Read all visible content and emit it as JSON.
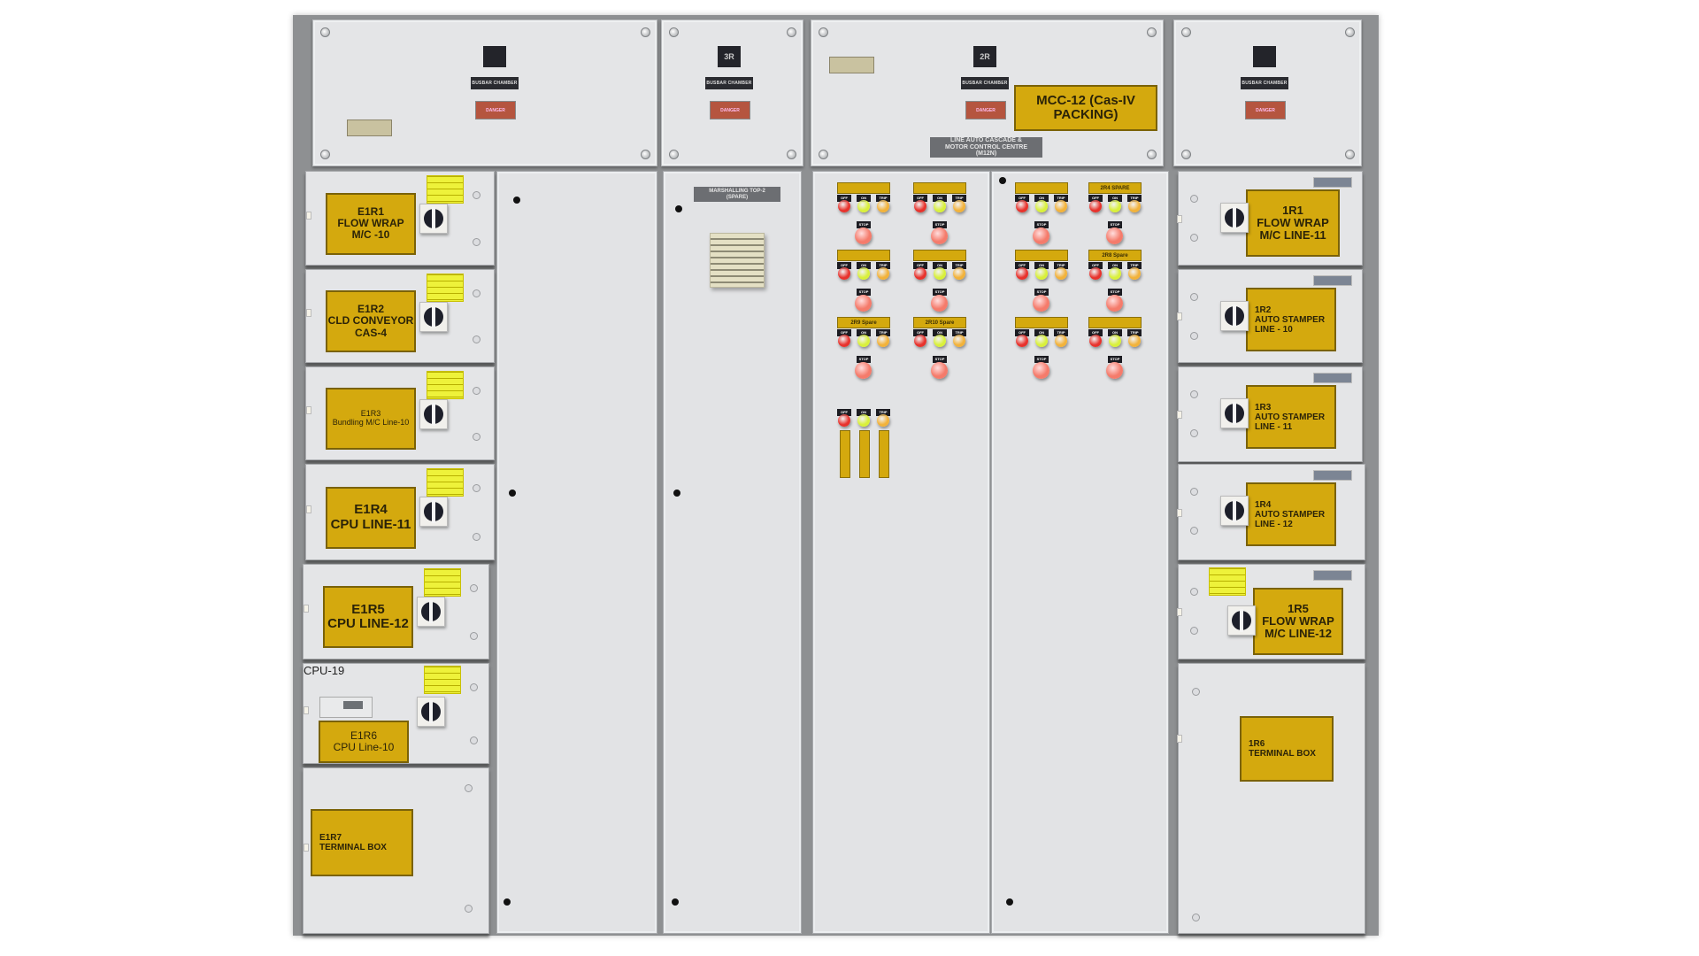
{
  "panel": {
    "title": "MCC-12 (Cas-IV PACKING)",
    "description": "LINE AUTO CASCADE &\nMOTOR CONTROL CENTRE\n(M12N)",
    "marshalling_label": "MARSHALLING TOP-2\n(SPARE)"
  },
  "top_plates": [
    {
      "id_tag": "",
      "busbar": "BUSBAR CHAMBER",
      "danger": "DANGER"
    },
    {
      "id_tag": "3R",
      "busbar": "BUSBAR CHAMBER",
      "danger": "DANGER"
    },
    {
      "id_tag": "2R",
      "busbar": "BUSBAR CHAMBER",
      "danger": "DANGER"
    },
    {
      "id_tag": "",
      "busbar": "BUSBAR CHAMBER",
      "danger": "DANGER"
    }
  ],
  "left_feeders": [
    {
      "id": "E1R1",
      "desc": "E1R1\nFLOW WRAP\nM/C -10"
    },
    {
      "id": "E1R2",
      "desc": "E1R2\nCLD CONVEYOR\nCAS-4"
    },
    {
      "id": "E1R3",
      "desc": "E1R3\nBundling M/C  Line-10"
    },
    {
      "id": "E1R4",
      "desc": "E1R4\nCPU LINE-11"
    },
    {
      "id": "E1R5",
      "desc": "E1R5\nCPU LINE-12"
    },
    {
      "id": "E1R6",
      "desc": "E1R6\nCPU   Line-10",
      "meter_label": "CPU-19"
    },
    {
      "id": "E1R7",
      "desc": "E1R7\nTERMINAL BOX"
    }
  ],
  "right_feeders": [
    {
      "id": "1R1",
      "desc": "1R1\nFLOW WRAP\nM/C LINE-11"
    },
    {
      "id": "1R2",
      "desc": "1R2\nAUTO STAMPER\nLINE - 10"
    },
    {
      "id": "1R3",
      "desc": "1R3\nAUTO STAMPER\nLINE - 11"
    },
    {
      "id": "1R4",
      "desc": "1R4\nAUTO STAMPER\nLINE - 12"
    },
    {
      "id": "1R5",
      "desc": "1R5\nFLOW WRAP\nM/C LINE-12"
    },
    {
      "id": "1R6",
      "desc": "1R6\nTERMINAL BOX"
    }
  ],
  "button_labels": {
    "off": "OFF",
    "on": "ON",
    "trip": "TRIP",
    "stop": "STOP"
  },
  "control_groups": [
    {
      "label": ""
    },
    {
      "label": ""
    },
    {
      "label": ""
    },
    {
      "label": ""
    },
    {
      "label": "2R9 Spare"
    },
    {
      "label": "2R10 Spare"
    },
    {
      "label": ""
    },
    {
      "label": ""
    },
    {
      "label": "2R4 SPARE"
    },
    {
      "label": ""
    },
    {
      "label": "2R8 Spare"
    },
    {
      "label": ""
    },
    {
      "label": ""
    }
  ],
  "colors": {
    "label_yellow": "#d4a90e",
    "off_lamp": "#e8322c",
    "on_lamp": "#d9f03a",
    "trip_lamp": "#f2b23a",
    "stop_button": "#f57b6b",
    "panel_gray": "#e3e4e6"
  }
}
